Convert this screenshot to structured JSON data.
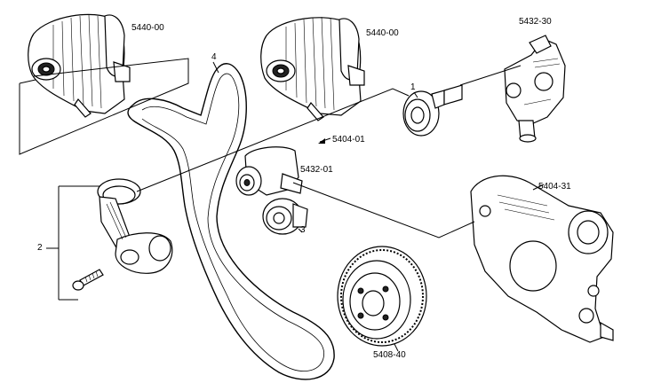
{
  "labels": {
    "alternator_left": "5440-00",
    "alternator_right": "5440-00",
    "bracket_top_right": "5432-30",
    "belt": "4",
    "item_1": "1",
    "item_2": "2",
    "item_3": "3",
    "tensioner_ref": "5404-01",
    "tensioner_pulley": "5432-01",
    "timing_cover": "5404-31",
    "crank_pulley": "5408-40"
  }
}
